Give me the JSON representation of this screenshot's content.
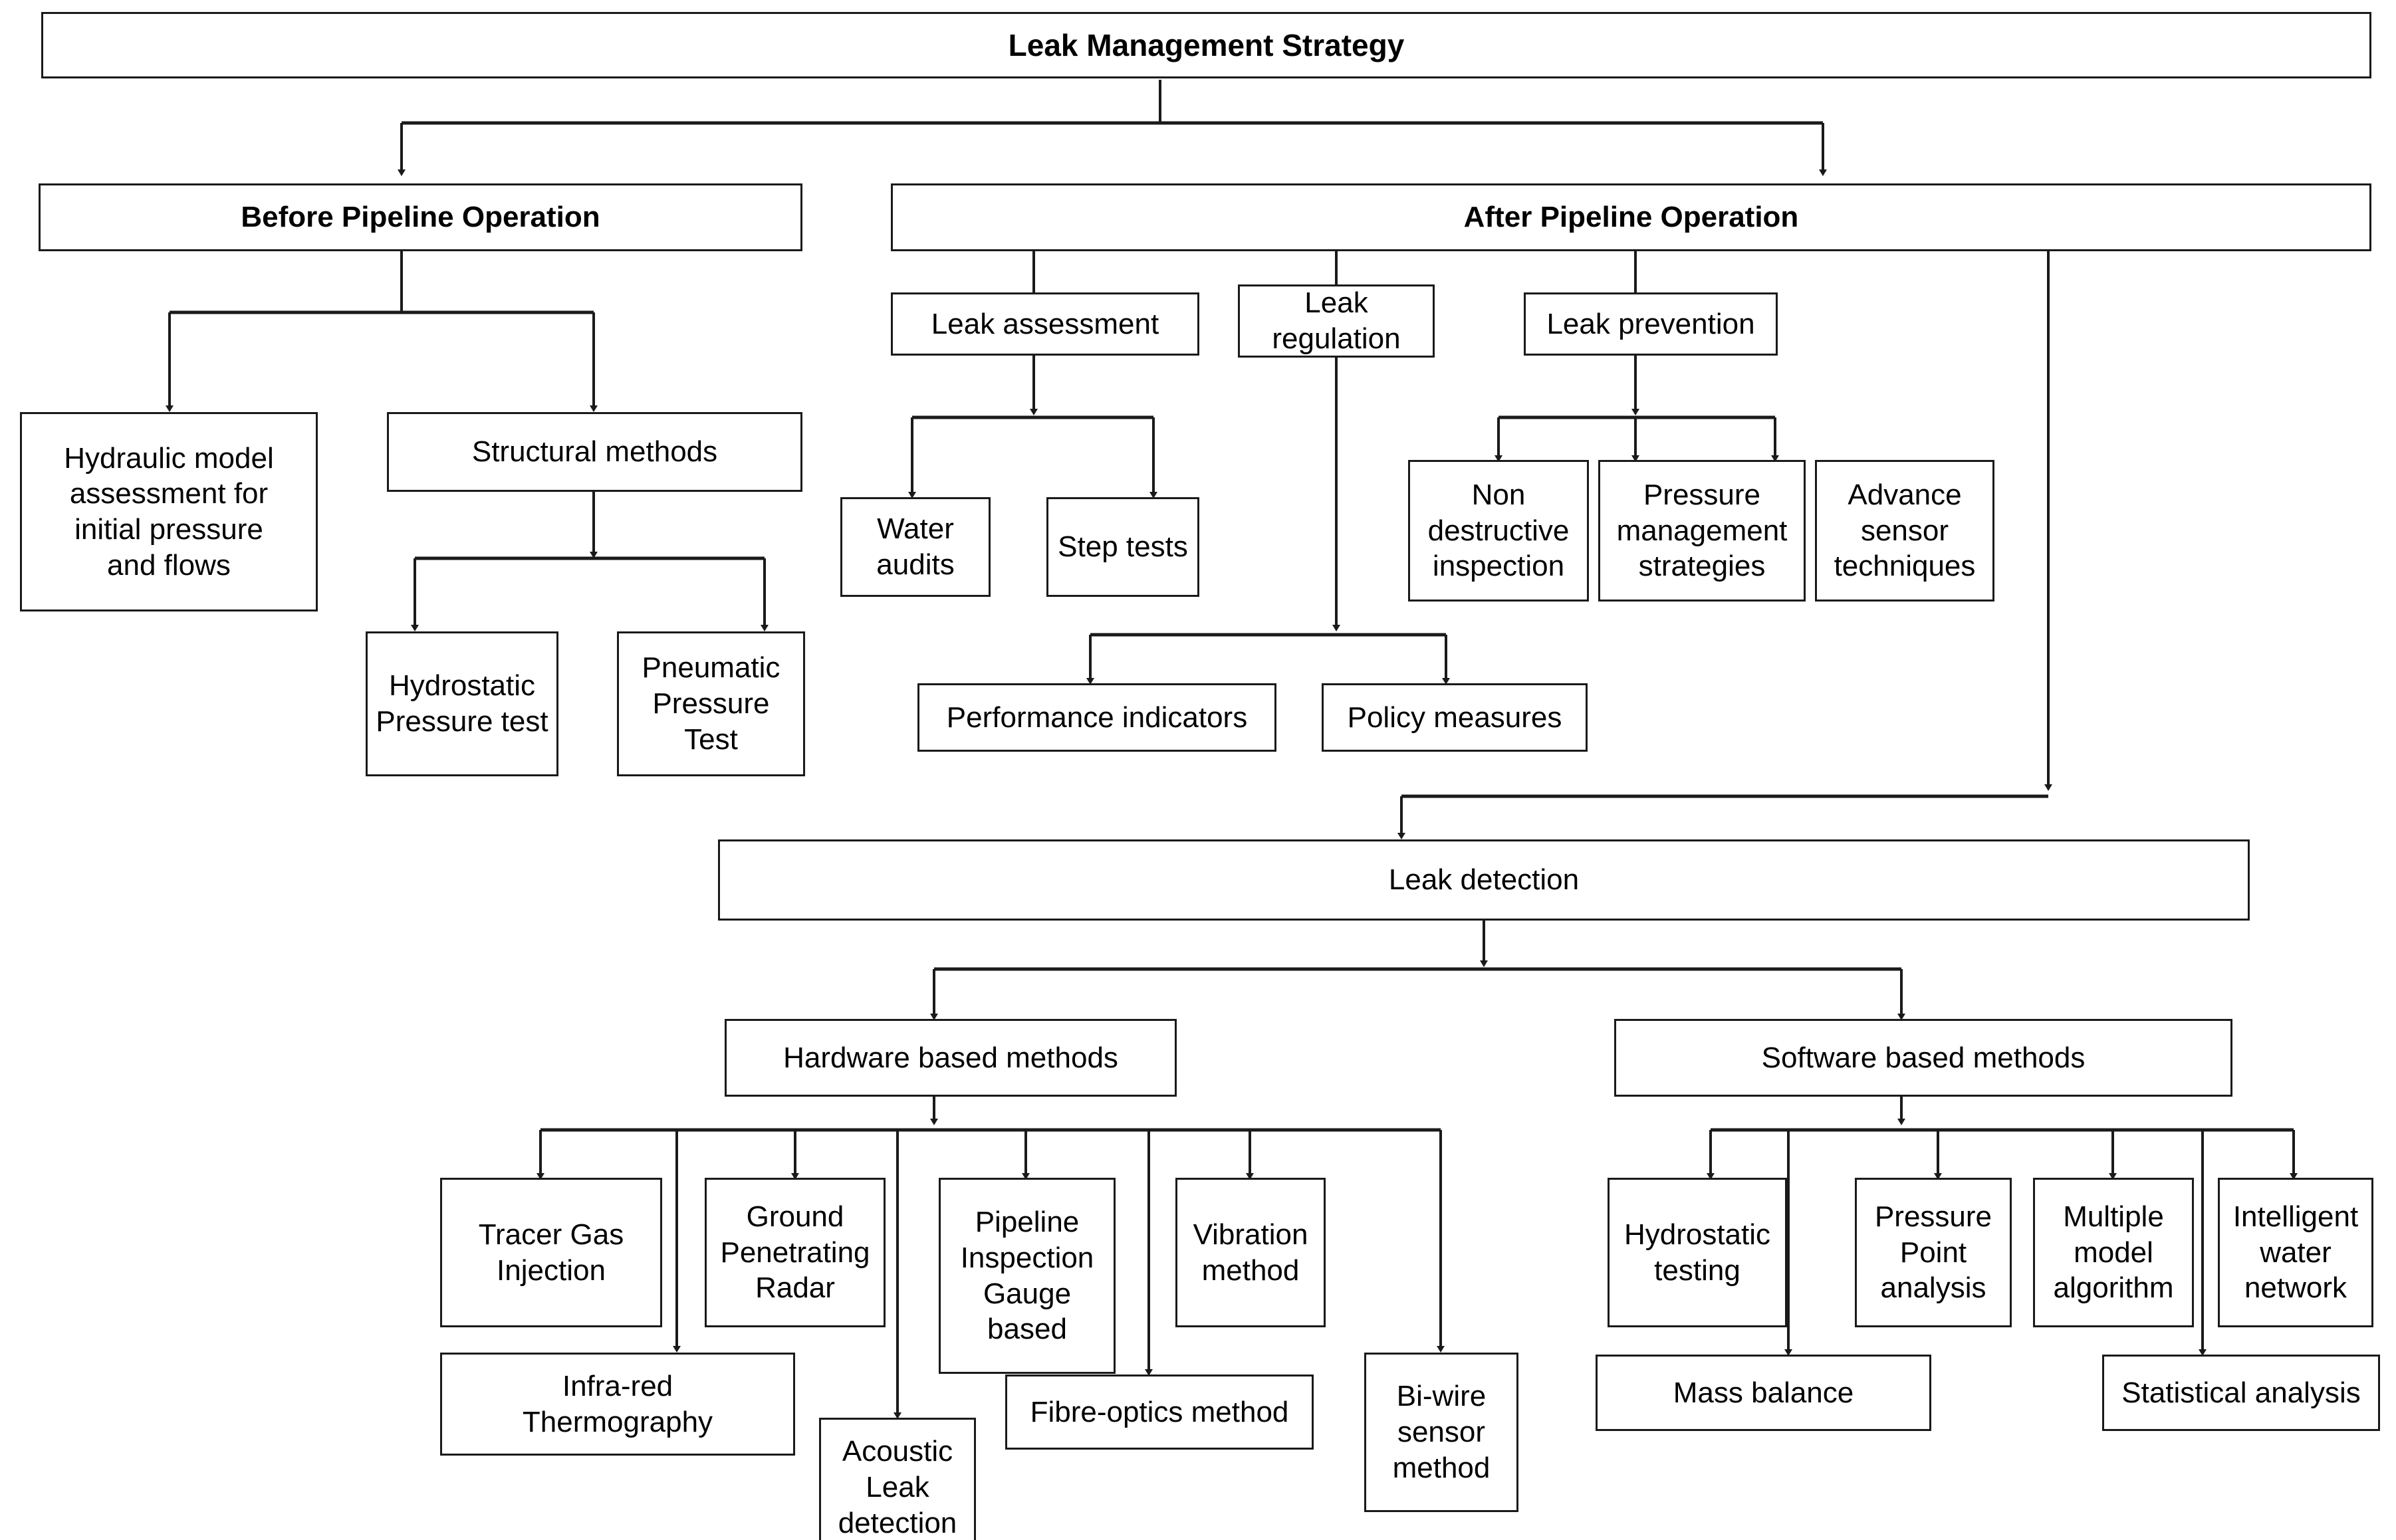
{
  "diagram": {
    "type": "flowchart",
    "orientation": "top-down",
    "title": "Leak Management Strategy",
    "style": {
      "box_border_color": "#1a1a1a",
      "box_fill_color": "#ffffff",
      "line_color": "#1a1a1a",
      "text_color": "#000000"
    },
    "nodes": {
      "root": "Leak Management Strategy",
      "before_pipeline_operation": "Before Pipeline Operation",
      "after_pipeline_operation": "After Pipeline Operation",
      "hydraulic_model": "Hydraulic model\nassessment for\ninitial pressure\nand flows",
      "structural_methods": "Structural methods",
      "hydrostatic_pressure_test": "Hydrostatic\nPressure test",
      "pneumatic_pressure_test": "Pneumatic\nPressure\nTest",
      "leak_assessment": "Leak assessment",
      "leak_regulation": "Leak\nregulation",
      "leak_prevention": "Leak prevention",
      "water_audits": "Water\naudits",
      "step_tests": "Step tests",
      "performance_indicators": "Performance indicators",
      "policy_measures": "Policy measures",
      "non_destructive_inspection": "Non\ndestructive\ninspection",
      "pressure_management_strategies": "Pressure\nmanagement\nstrategies",
      "advance_sensor_techniques": "Advance\nsensor\ntechniques",
      "leak_detection": "Leak detection",
      "hardware_based_methods": "Hardware based methods",
      "software_based_methods": "Software based methods",
      "tracer_gas_injection": "Tracer Gas\nInjection",
      "ground_penetrating_radar": "Ground\nPenetrating\nRadar",
      "pipeline_inspection_gauge_based": "Pipeline\nInspection\nGauge\nbased",
      "vibration_method": "Vibration\nmethod",
      "infra_red_thermography": "Infra-red\nThermography",
      "acoustic_leak_detection": "Acoustic\nLeak\ndetection",
      "fibre_optics_method": "Fibre-optics method",
      "bi_wire_sensor_method": "Bi-wire\nsensor\nmethod",
      "hydrostatic_testing": "Hydrostatic\ntesting",
      "pressure_point_analysis": "Pressure\nPoint\nanalysis",
      "multiple_model_algorithm": "Multiple\nmodel\nalgorithm",
      "intelligent_water_network": "Intelligent\nwater\nnetwork",
      "mass_balance": "Mass balance",
      "statistical_analysis": "Statistical analysis"
    },
    "edges": [
      {
        "from": "root",
        "to": "before_pipeline_operation"
      },
      {
        "from": "root",
        "to": "after_pipeline_operation"
      },
      {
        "from": "before_pipeline_operation",
        "to": "hydraulic_model"
      },
      {
        "from": "before_pipeline_operation",
        "to": "structural_methods"
      },
      {
        "from": "structural_methods",
        "to": "hydrostatic_pressure_test"
      },
      {
        "from": "structural_methods",
        "to": "pneumatic_pressure_test"
      },
      {
        "from": "after_pipeline_operation",
        "to": "leak_assessment"
      },
      {
        "from": "after_pipeline_operation",
        "to": "leak_regulation"
      },
      {
        "from": "after_pipeline_operation",
        "to": "leak_prevention"
      },
      {
        "from": "after_pipeline_operation",
        "to": "leak_detection"
      },
      {
        "from": "leak_assessment",
        "to": "water_audits"
      },
      {
        "from": "leak_assessment",
        "to": "step_tests"
      },
      {
        "from": "leak_regulation",
        "to": "performance_indicators"
      },
      {
        "from": "leak_regulation",
        "to": "policy_measures"
      },
      {
        "from": "leak_prevention",
        "to": "non_destructive_inspection"
      },
      {
        "from": "leak_prevention",
        "to": "pressure_management_strategies"
      },
      {
        "from": "leak_prevention",
        "to": "advance_sensor_techniques"
      },
      {
        "from": "leak_detection",
        "to": "hardware_based_methods"
      },
      {
        "from": "leak_detection",
        "to": "software_based_methods"
      },
      {
        "from": "hardware_based_methods",
        "to": "tracer_gas_injection"
      },
      {
        "from": "hardware_based_methods",
        "to": "infra_red_thermography"
      },
      {
        "from": "hardware_based_methods",
        "to": "ground_penetrating_radar"
      },
      {
        "from": "hardware_based_methods",
        "to": "acoustic_leak_detection"
      },
      {
        "from": "hardware_based_methods",
        "to": "pipeline_inspection_gauge_based"
      },
      {
        "from": "hardware_based_methods",
        "to": "fibre_optics_method"
      },
      {
        "from": "hardware_based_methods",
        "to": "vibration_method"
      },
      {
        "from": "hardware_based_methods",
        "to": "bi_wire_sensor_method"
      },
      {
        "from": "software_based_methods",
        "to": "hydrostatic_testing"
      },
      {
        "from": "software_based_methods",
        "to": "mass_balance"
      },
      {
        "from": "software_based_methods",
        "to": "pressure_point_analysis"
      },
      {
        "from": "software_based_methods",
        "to": "multiple_model_algorithm"
      },
      {
        "from": "software_based_methods",
        "to": "intelligent_water_network"
      },
      {
        "from": "software_based_methods",
        "to": "statistical_analysis"
      }
    ]
  }
}
